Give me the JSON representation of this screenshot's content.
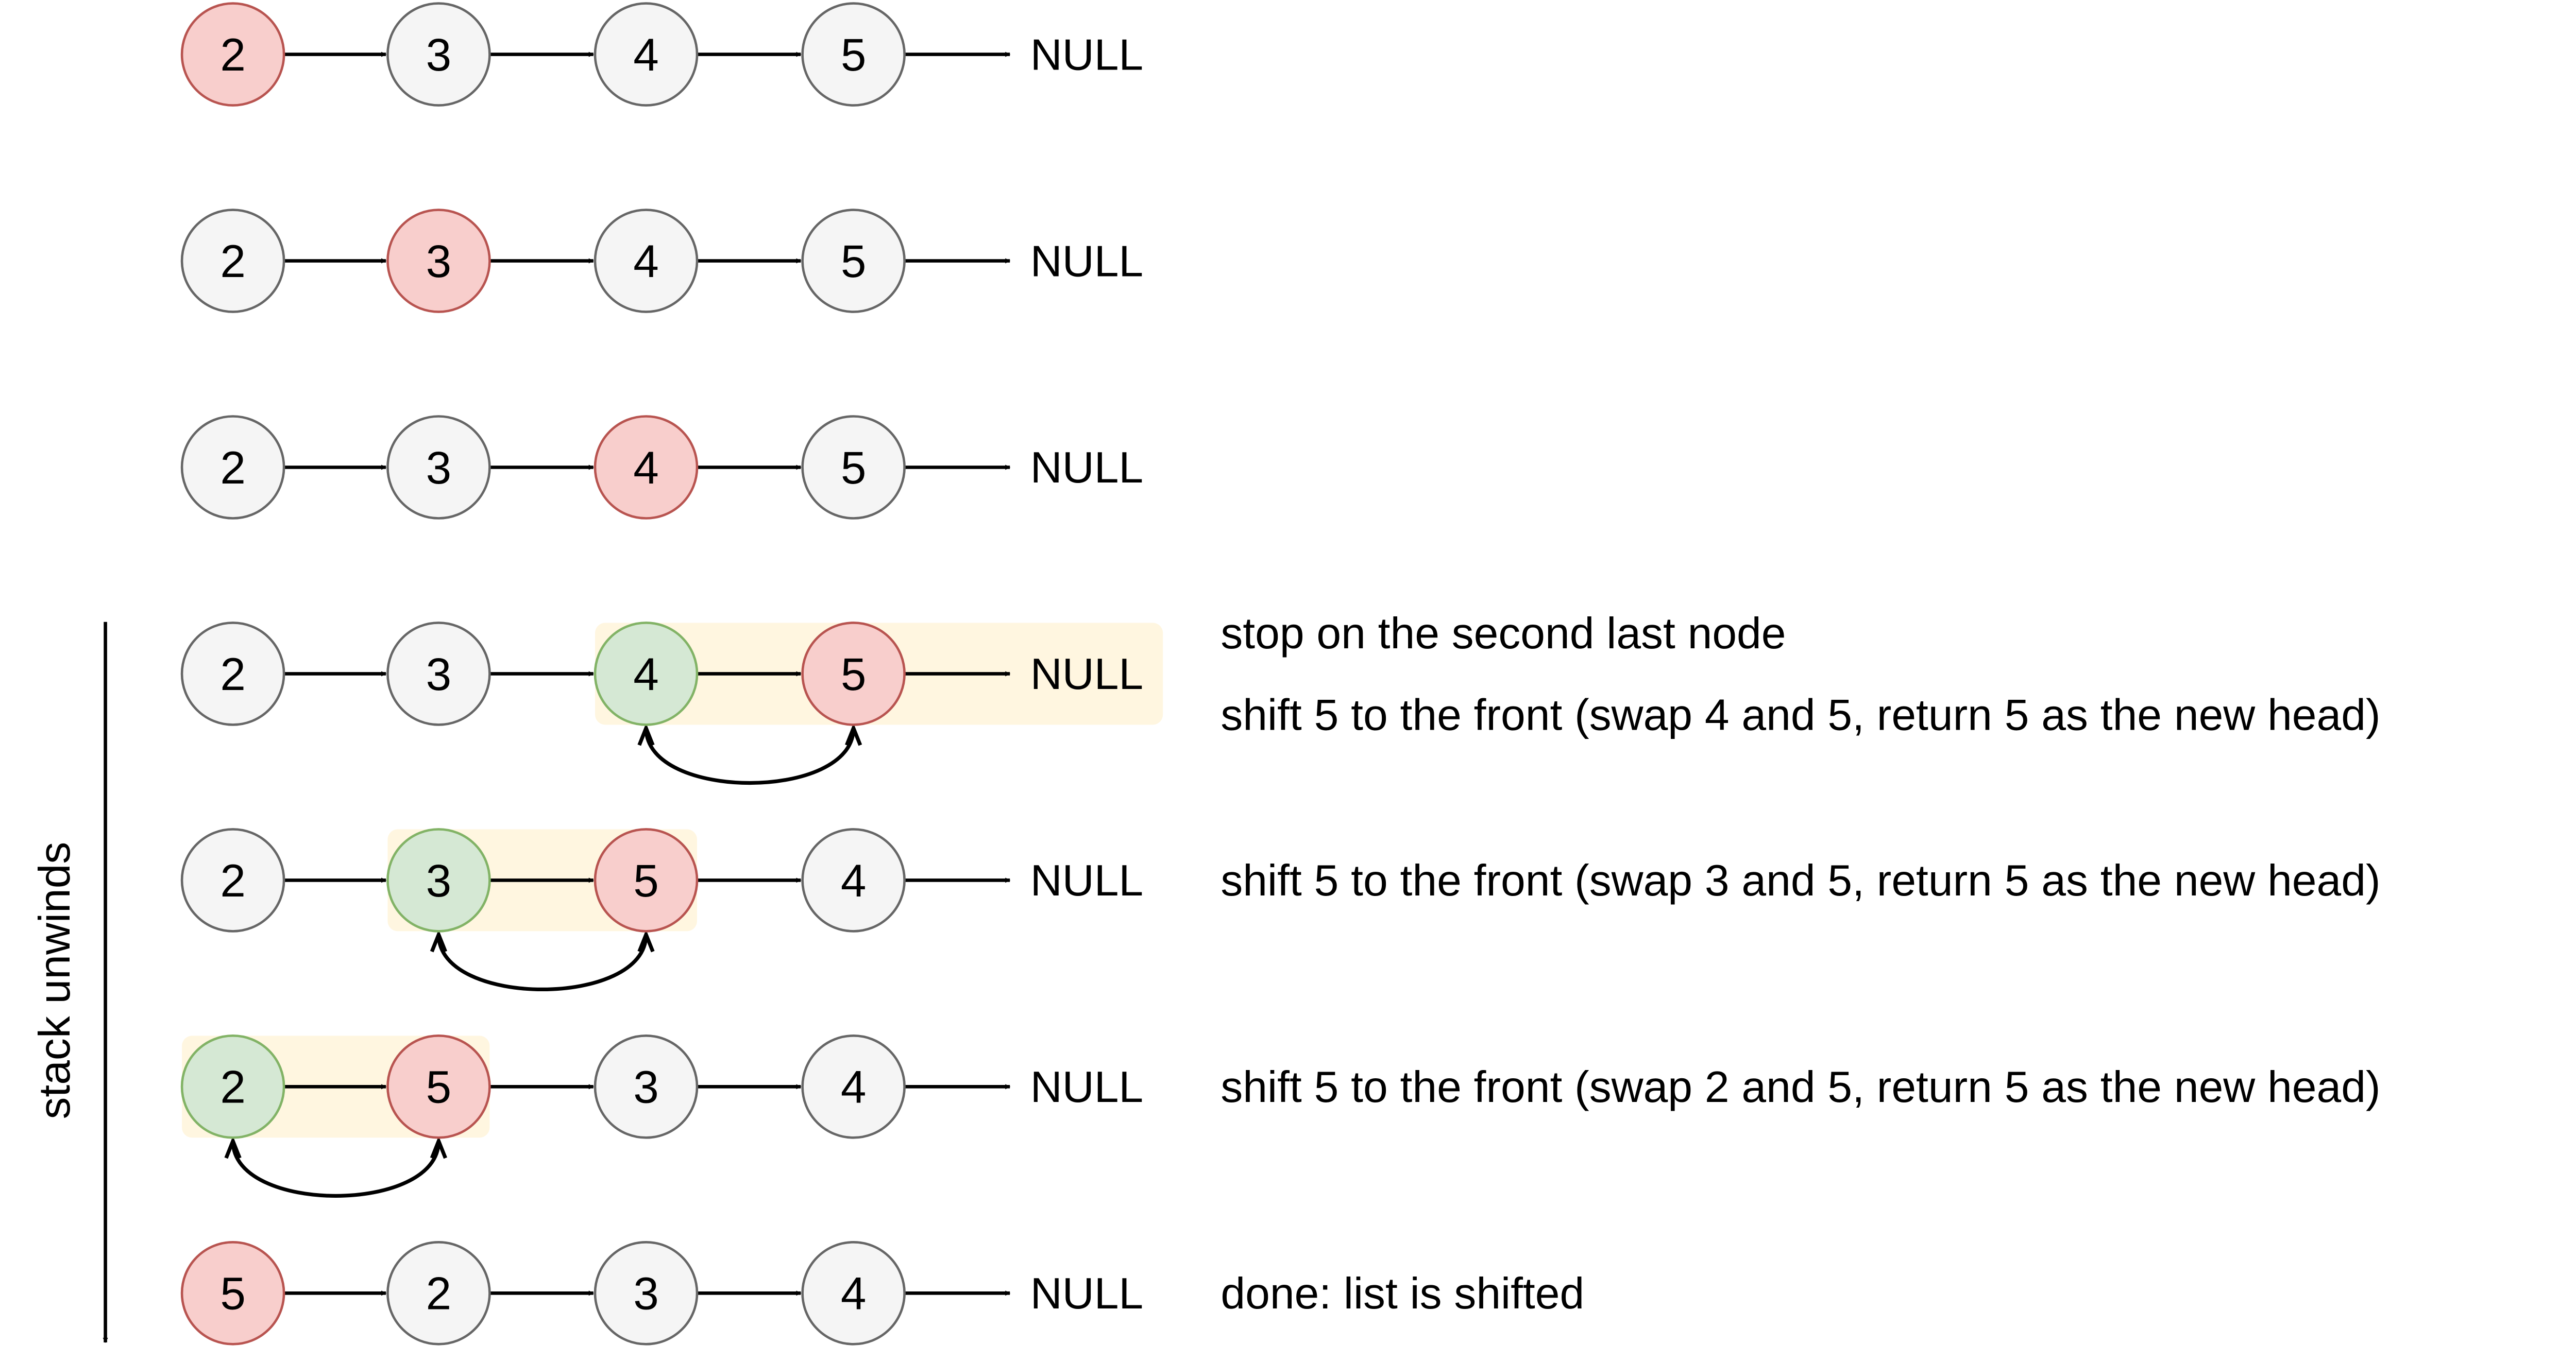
{
  "colors": {
    "node_fill": "#f5f5f5",
    "node_stroke": "#666666",
    "active_fill": "#f8cecc",
    "active_stroke": "#b85450",
    "pivot_fill": "#d5e8d4",
    "pivot_stroke": "#82b366",
    "highlight_fill": "#fff6e0",
    "arrow": "#000000",
    "text": "#000000"
  },
  "null_label": "NULL",
  "stack_label": "stack unwinds",
  "rows": [
    {
      "nodes": [
        {
          "value": "2",
          "state": "active"
        },
        {
          "value": "3",
          "state": "normal"
        },
        {
          "value": "4",
          "state": "normal"
        },
        {
          "value": "5",
          "state": "normal"
        }
      ],
      "captions": []
    },
    {
      "nodes": [
        {
          "value": "2",
          "state": "normal"
        },
        {
          "value": "3",
          "state": "active"
        },
        {
          "value": "4",
          "state": "normal"
        },
        {
          "value": "5",
          "state": "normal"
        }
      ],
      "captions": []
    },
    {
      "nodes": [
        {
          "value": "2",
          "state": "normal"
        },
        {
          "value": "3",
          "state": "normal"
        },
        {
          "value": "4",
          "state": "active"
        },
        {
          "value": "5",
          "state": "normal"
        }
      ],
      "captions": []
    },
    {
      "nodes": [
        {
          "value": "2",
          "state": "normal"
        },
        {
          "value": "3",
          "state": "normal"
        },
        {
          "value": "4",
          "state": "pivot"
        },
        {
          "value": "5",
          "state": "active"
        }
      ],
      "swap": [
        2,
        3
      ],
      "highlight_null": true,
      "captions": [
        "stop on the second last node",
        "shift 5 to the front (swap 4 and 5, return 5 as the new head)"
      ]
    },
    {
      "nodes": [
        {
          "value": "2",
          "state": "normal"
        },
        {
          "value": "3",
          "state": "pivot"
        },
        {
          "value": "5",
          "state": "active"
        },
        {
          "value": "4",
          "state": "normal"
        }
      ],
      "swap": [
        1,
        2
      ],
      "highlight_null": false,
      "captions": [
        "shift 5 to the front (swap 3 and 5, return 5 as the new head)"
      ]
    },
    {
      "nodes": [
        {
          "value": "2",
          "state": "pivot"
        },
        {
          "value": "5",
          "state": "active"
        },
        {
          "value": "3",
          "state": "normal"
        },
        {
          "value": "4",
          "state": "normal"
        }
      ],
      "swap": [
        0,
        1
      ],
      "highlight_null": false,
      "captions": [
        "shift 5 to the front (swap 2 and 5, return 5 as the new head)"
      ]
    },
    {
      "nodes": [
        {
          "value": "5",
          "state": "active"
        },
        {
          "value": "2",
          "state": "normal"
        },
        {
          "value": "3",
          "state": "normal"
        },
        {
          "value": "4",
          "state": "normal"
        }
      ],
      "captions": [
        "done: list is shifted"
      ]
    }
  ]
}
